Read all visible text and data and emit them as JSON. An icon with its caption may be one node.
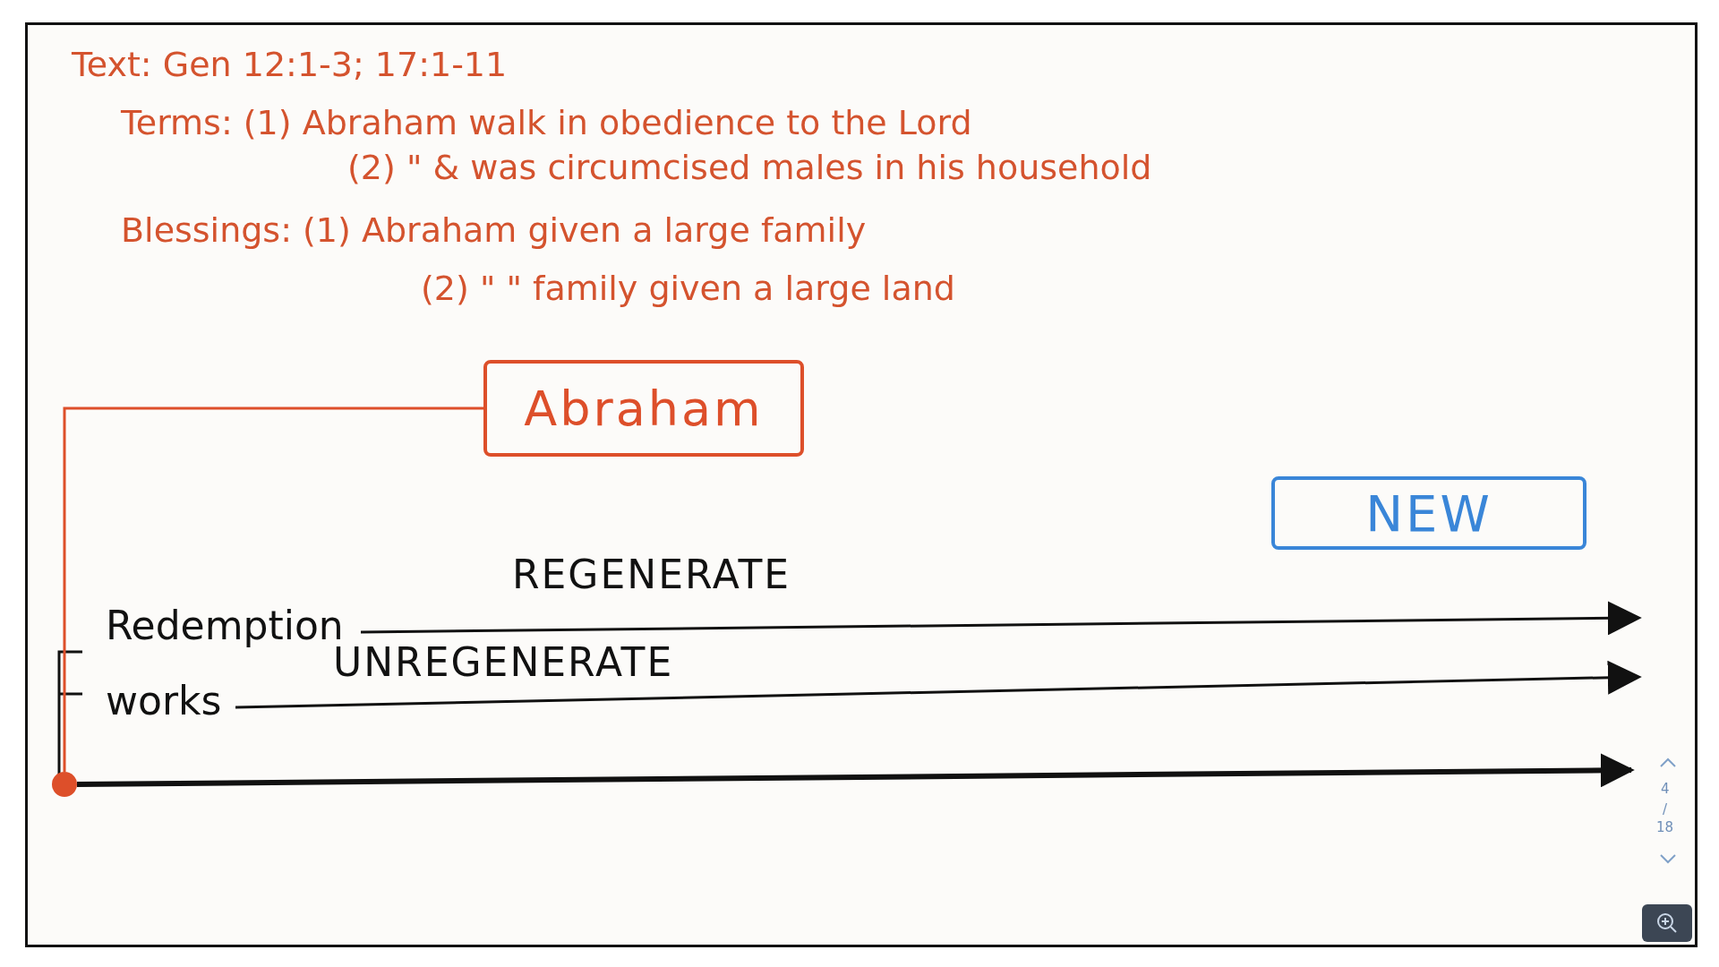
{
  "diagram": {
    "nodes": [
      {
        "text": [
          "Abraham"
        ]
      },
      {
        "text": [
          "NEW"
        ]
      },
      {
        "text": [
          "Redemption"
        ]
      },
      {
        "text": [
          "works"
        ]
      },
      {
        "text": [],
        "shape": "circle"
      }
    ],
    "edges": [
      {
        "from": 0,
        "to": 4,
        "arrow": "none",
        "color": "#dd4f2a"
      },
      {
        "from": 2,
        "to": null,
        "arrow": "to",
        "label": "REGENERATE"
      },
      {
        "from": 3,
        "to": null,
        "arrow": "to",
        "label": "UNREGENERATE"
      },
      {
        "from": 4,
        "to": null,
        "arrow": "to",
        "style": "thick"
      }
    ],
    "labels": [
      "Text: Gen 12:1-3; 17:1-11",
      "Terms: (1) Abraham walk in obedience to the Lord",
      "(2) \" & was circumcised males in his household",
      "Blessings: (1) Abraham given a large family",
      "(2) \" \" family given a large land",
      "4",
      "/",
      "18"
    ]
  }
}
